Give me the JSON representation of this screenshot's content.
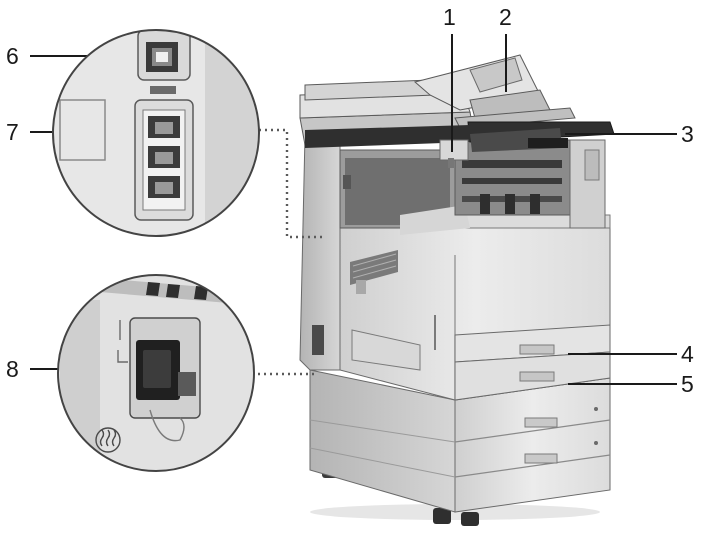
{
  "callouts": [
    {
      "id": "1",
      "label": "1"
    },
    {
      "id": "2",
      "label": "2"
    },
    {
      "id": "3",
      "label": "3"
    },
    {
      "id": "4",
      "label": "4"
    },
    {
      "id": "5",
      "label": "5"
    },
    {
      "id": "6",
      "label": "6"
    },
    {
      "id": "7",
      "label": "7"
    },
    {
      "id": "8",
      "label": "8"
    }
  ],
  "colors": {
    "body_light": "#e9e9e9",
    "body_mid": "#d2d2d2",
    "body_dark": "#8a8a8a",
    "shadow": "#3a3a3a",
    "outline": "#505050",
    "leader": "#1a1a1a",
    "background": "#ffffff"
  },
  "icons": [
    "printer-illustration",
    "ethernet-port-icon",
    "phone-jack-icon",
    "power-switch-icon",
    "heat-warning-icon"
  ]
}
